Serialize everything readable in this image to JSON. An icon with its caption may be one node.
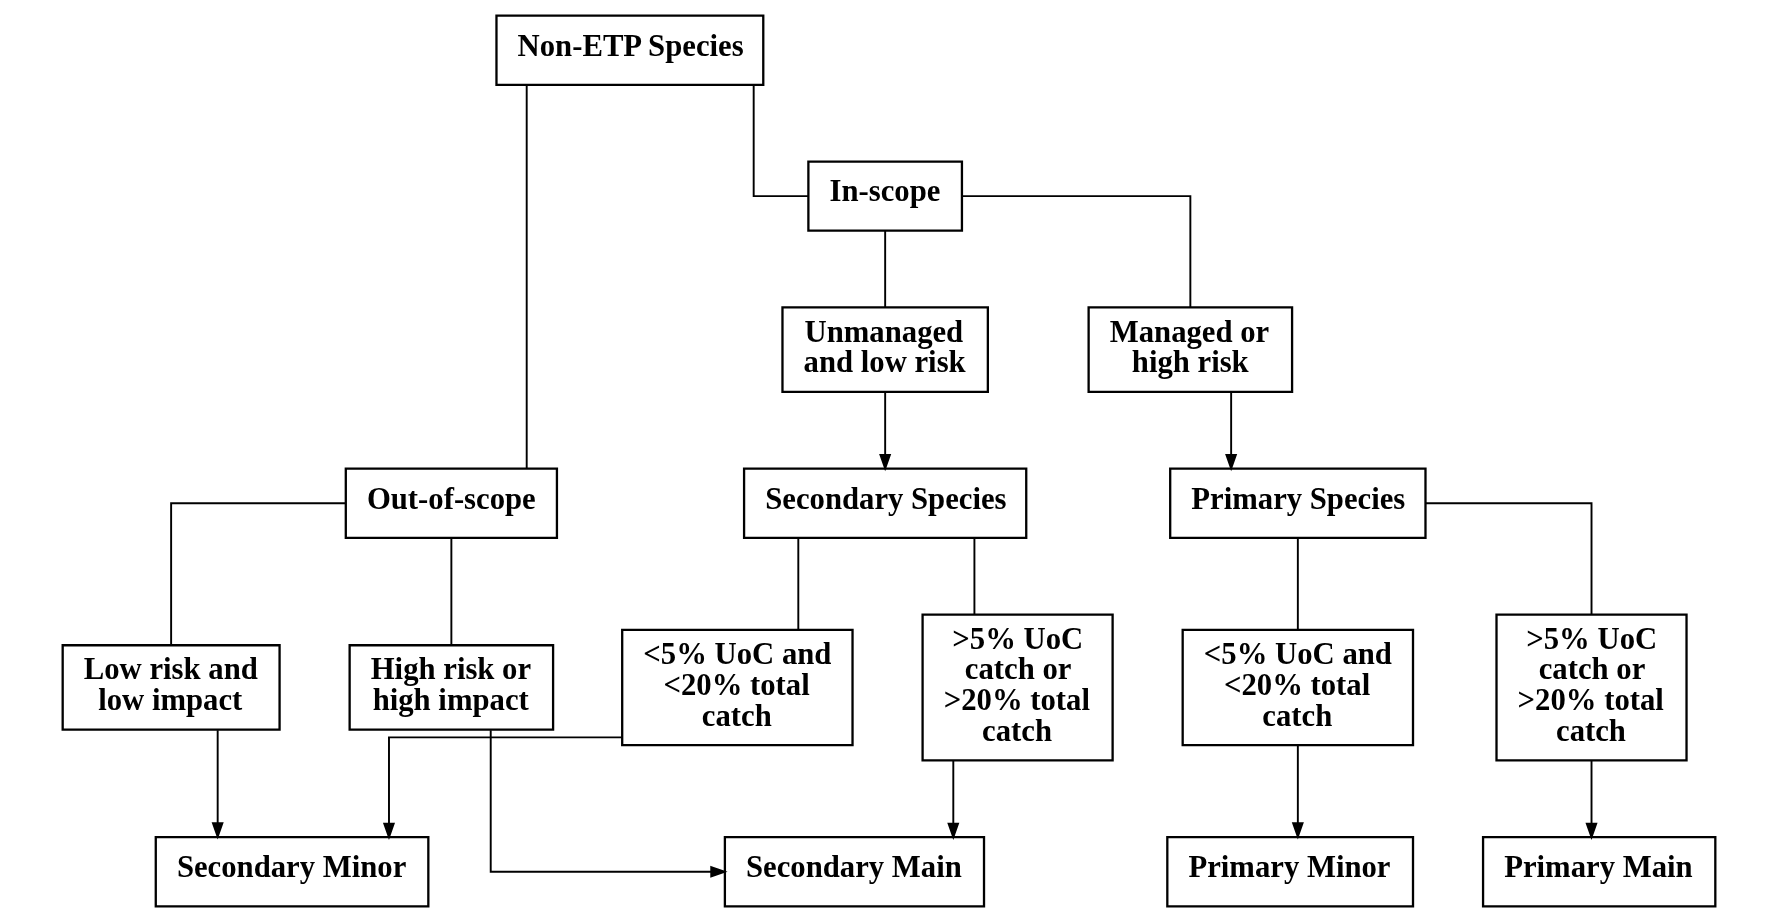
{
  "diagram": {
    "nodes": [
      {
        "text": [
          "Non-ETP Species"
        ]
      },
      {
        "text": [
          "Out-of-scope"
        ]
      },
      {
        "text": [
          "In-scope"
        ]
      },
      {
        "text": [
          "Low risk and low impact"
        ]
      },
      {
        "text": [
          "High risk or high impact"
        ]
      },
      {
        "text": [
          "Unmanaged and low risk"
        ]
      },
      {
        "text": [
          "Managed or high risk"
        ]
      },
      {
        "text": [
          "Secondary Species"
        ]
      },
      {
        "text": [
          "Primary Species"
        ]
      },
      {
        "text": [
          "<5% UoC and <20% total catch"
        ]
      },
      {
        "text": [
          ">5% UoC catch or >20% total catch"
        ]
      },
      {
        "text": [
          "<5% UoC and <20% total catch"
        ]
      },
      {
        "text": [
          ">5% UoC catch or >20% total catch"
        ]
      },
      {
        "text": [
          "Secondary Minor"
        ]
      },
      {
        "text": [
          "Secondary Main"
        ]
      },
      {
        "text": [
          "Primary Minor"
        ]
      },
      {
        "text": [
          "Primary Main"
        ]
      }
    ],
    "edges": [
      {
        "from": 0,
        "to": 1,
        "arrow": "none"
      },
      {
        "from": 0,
        "to": 2,
        "arrow": "none"
      },
      {
        "from": 1,
        "to": 3,
        "arrow": "none"
      },
      {
        "from": 1,
        "to": 4,
        "arrow": "none"
      },
      {
        "from": 2,
        "to": 5,
        "arrow": "none"
      },
      {
        "from": 2,
        "to": 6,
        "arrow": "none"
      },
      {
        "from": 5,
        "to": 7,
        "arrow": "to"
      },
      {
        "from": 6,
        "to": 8,
        "arrow": "to"
      },
      {
        "from": 7,
        "to": 9,
        "arrow": "none"
      },
      {
        "from": 7,
        "to": 10,
        "arrow": "none"
      },
      {
        "from": 8,
        "to": 11,
        "arrow": "none"
      },
      {
        "from": 8,
        "to": 12,
        "arrow": "none"
      },
      {
        "from": 9,
        "to": 13,
        "arrow": "to"
      },
      {
        "from": 10,
        "to": 14,
        "arrow": "to"
      },
      {
        "from": 3,
        "to": 13,
        "arrow": "to"
      },
      {
        "from": 4,
        "to": 14,
        "arrow": "to"
      },
      {
        "from": 11,
        "to": 15,
        "arrow": "to"
      },
      {
        "from": 12,
        "to": 16,
        "arrow": "to"
      }
    ]
  }
}
